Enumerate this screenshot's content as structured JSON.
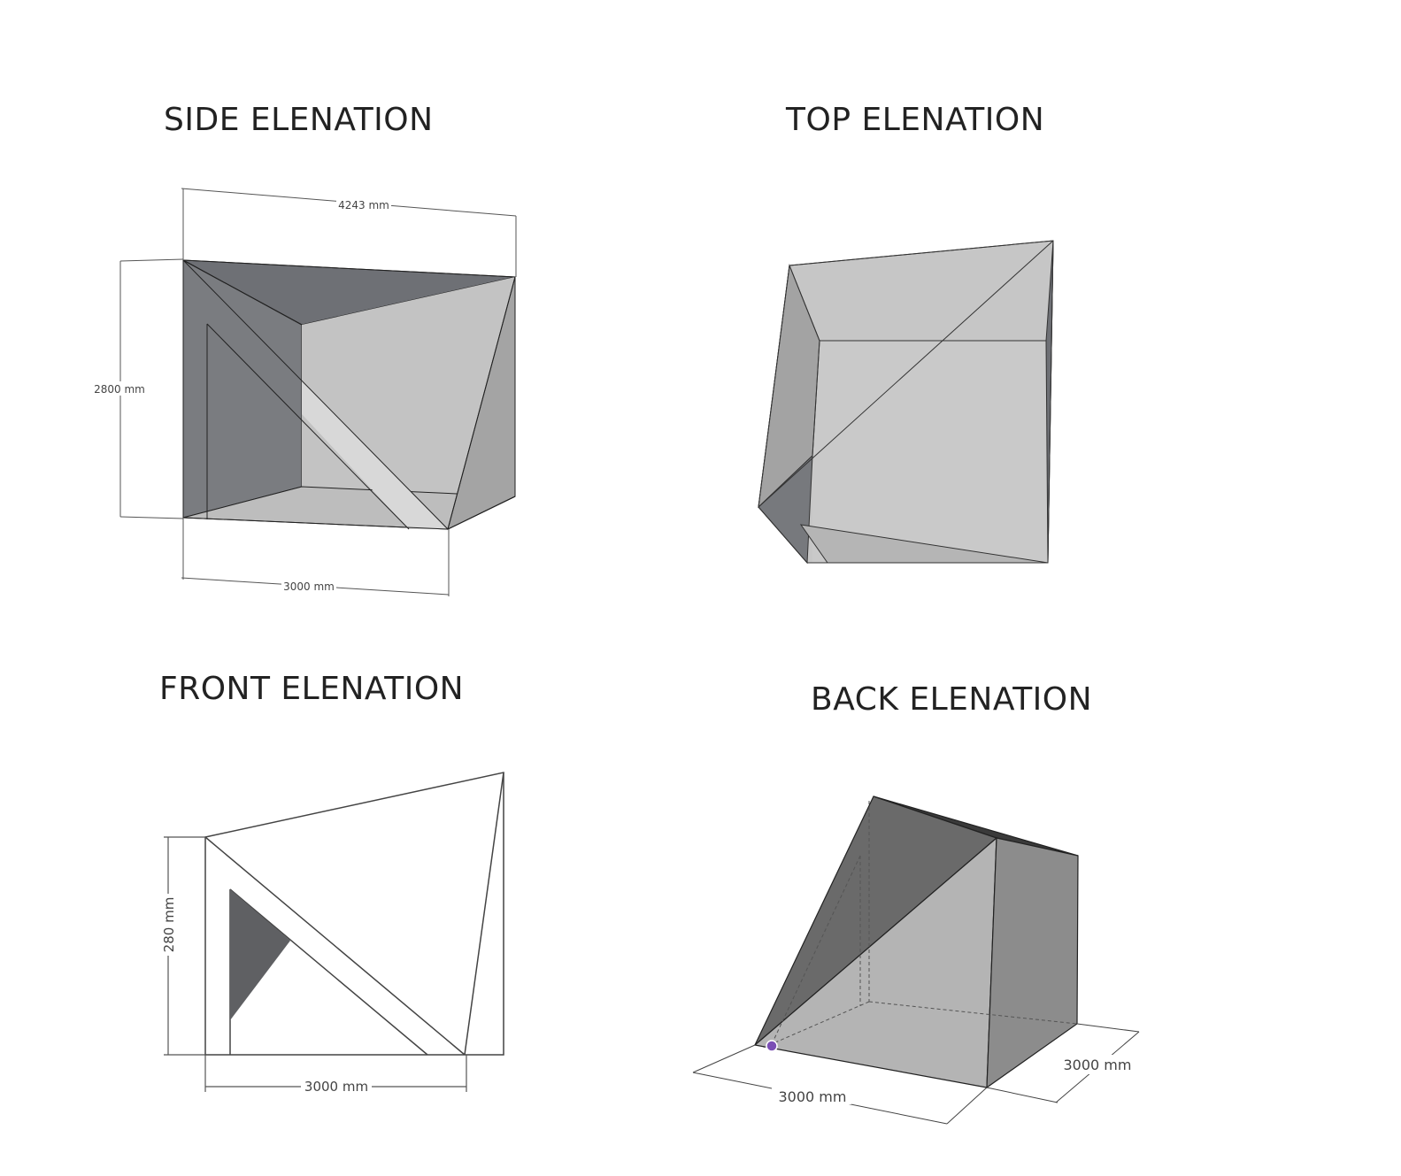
{
  "views": {
    "side": {
      "title": "SIDE ELENATION",
      "dim_top": "4243 mm",
      "dim_left": "2800 mm",
      "dim_bottom": "3000 mm"
    },
    "top": {
      "title": "TOP ELENATION"
    },
    "front": {
      "title": "FRONT ELENATION",
      "dim_left": "280 mm",
      "dim_bottom": "3000 mm"
    },
    "back": {
      "title": "BACK ELENATION",
      "dim_bottom": "3000 mm",
      "dim_right": "3000 mm"
    }
  },
  "colors": {
    "dark_face": "#6f7176",
    "mid_face": "#a6a6a6",
    "light_face": "#c4c4c4",
    "marker": "#7b4fb5"
  }
}
